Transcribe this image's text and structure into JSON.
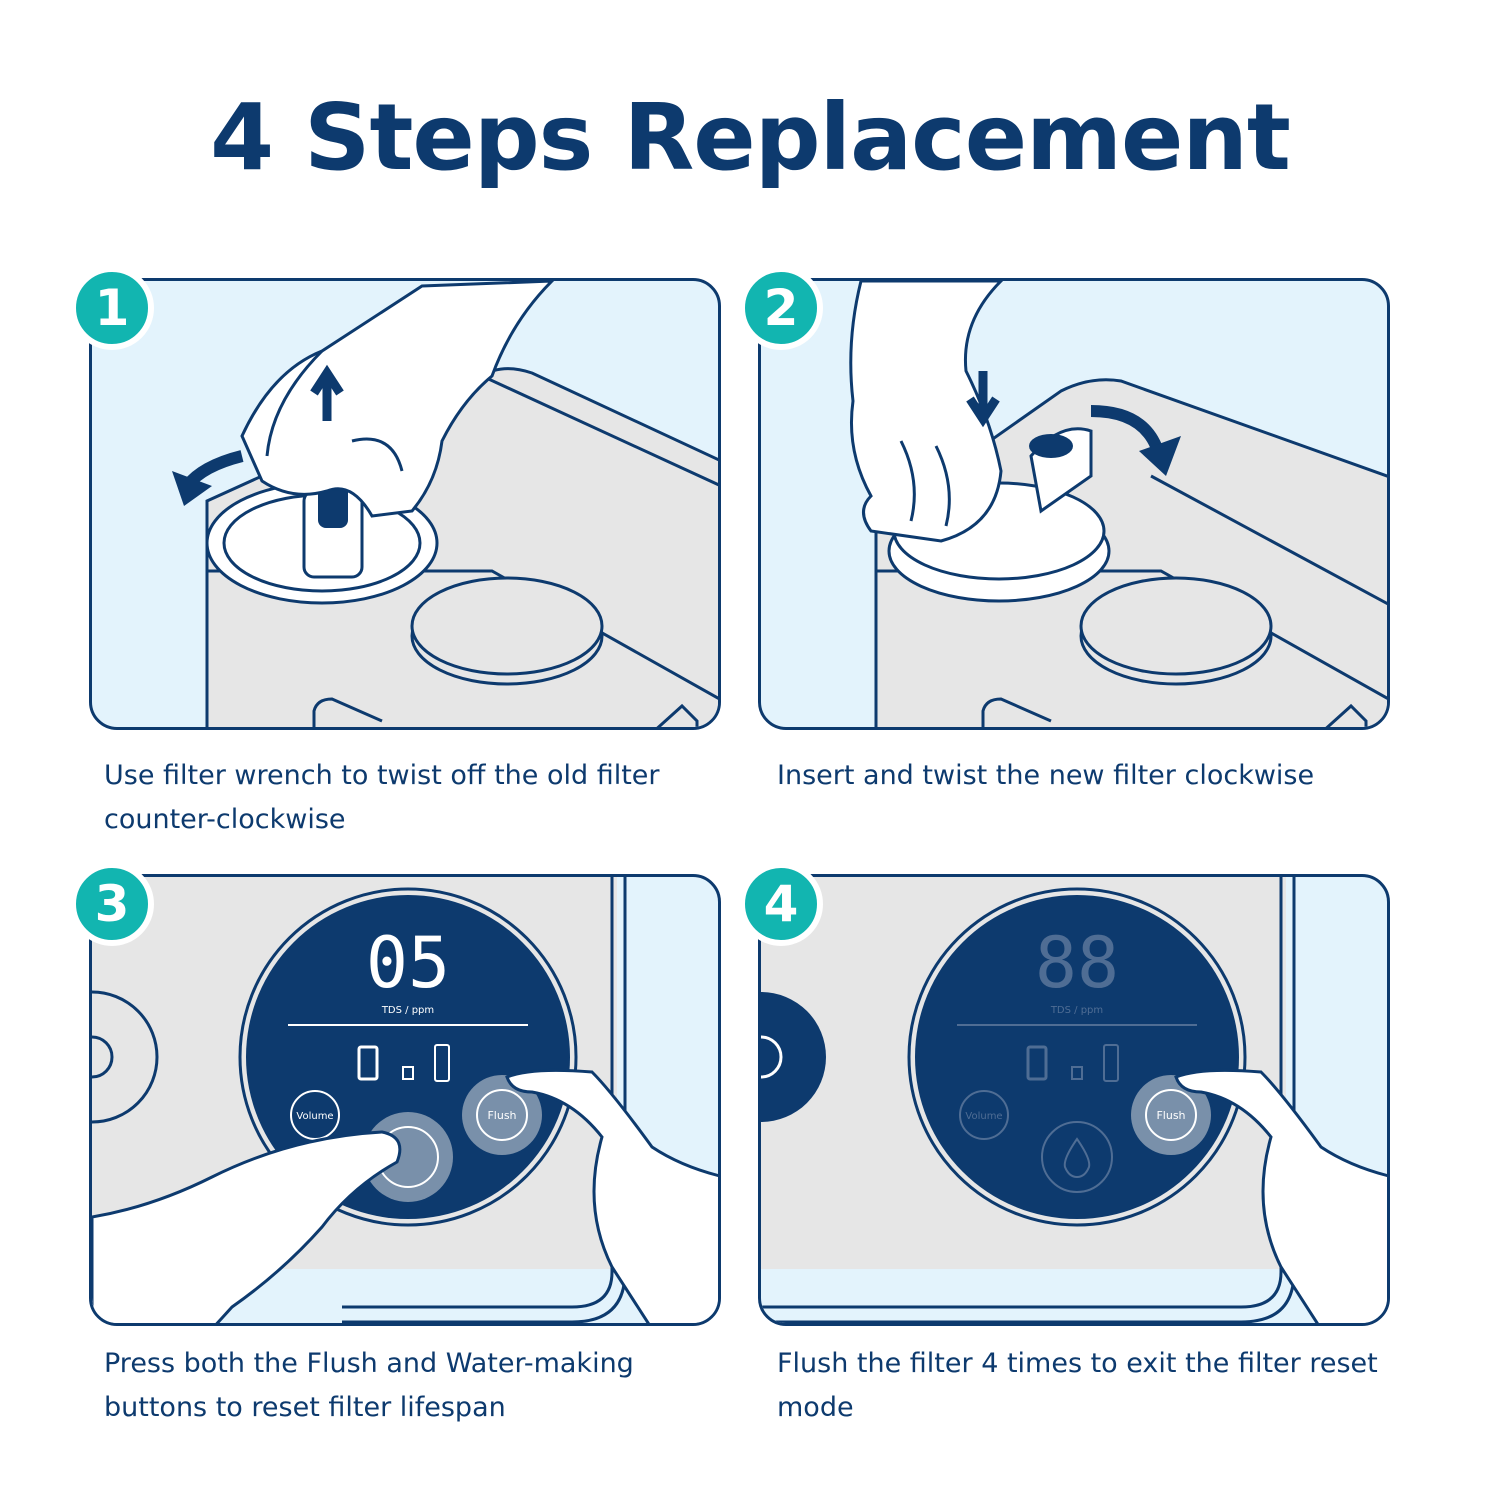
{
  "title": "4 Steps Replacement",
  "steps": [
    {
      "number": "1",
      "caption": "Use filter wrench to twist off the old filter counter-clockwise"
    },
    {
      "number": "2",
      "caption": "Insert and twist the new filter clockwise"
    },
    {
      "number": "3",
      "caption": "Press both the Flush and Water-making buttons to reset filter lifespan",
      "display": {
        "digits": "05",
        "unit": "TDS / ppm",
        "volume_label": "Volume",
        "flush_label": "Flush"
      }
    },
    {
      "number": "4",
      "caption": "Flush the filter 4 times to exit the filter reset mode",
      "display": {
        "digits": "88",
        "unit": "TDS / ppm",
        "volume_label": "Volume",
        "flush_label": "Flush"
      }
    }
  ],
  "colors": {
    "navy": "#0d3a6e",
    "teal": "#12b5b0",
    "light_blue": "#e3f3fc",
    "device_gray": "#e6e6e6"
  }
}
